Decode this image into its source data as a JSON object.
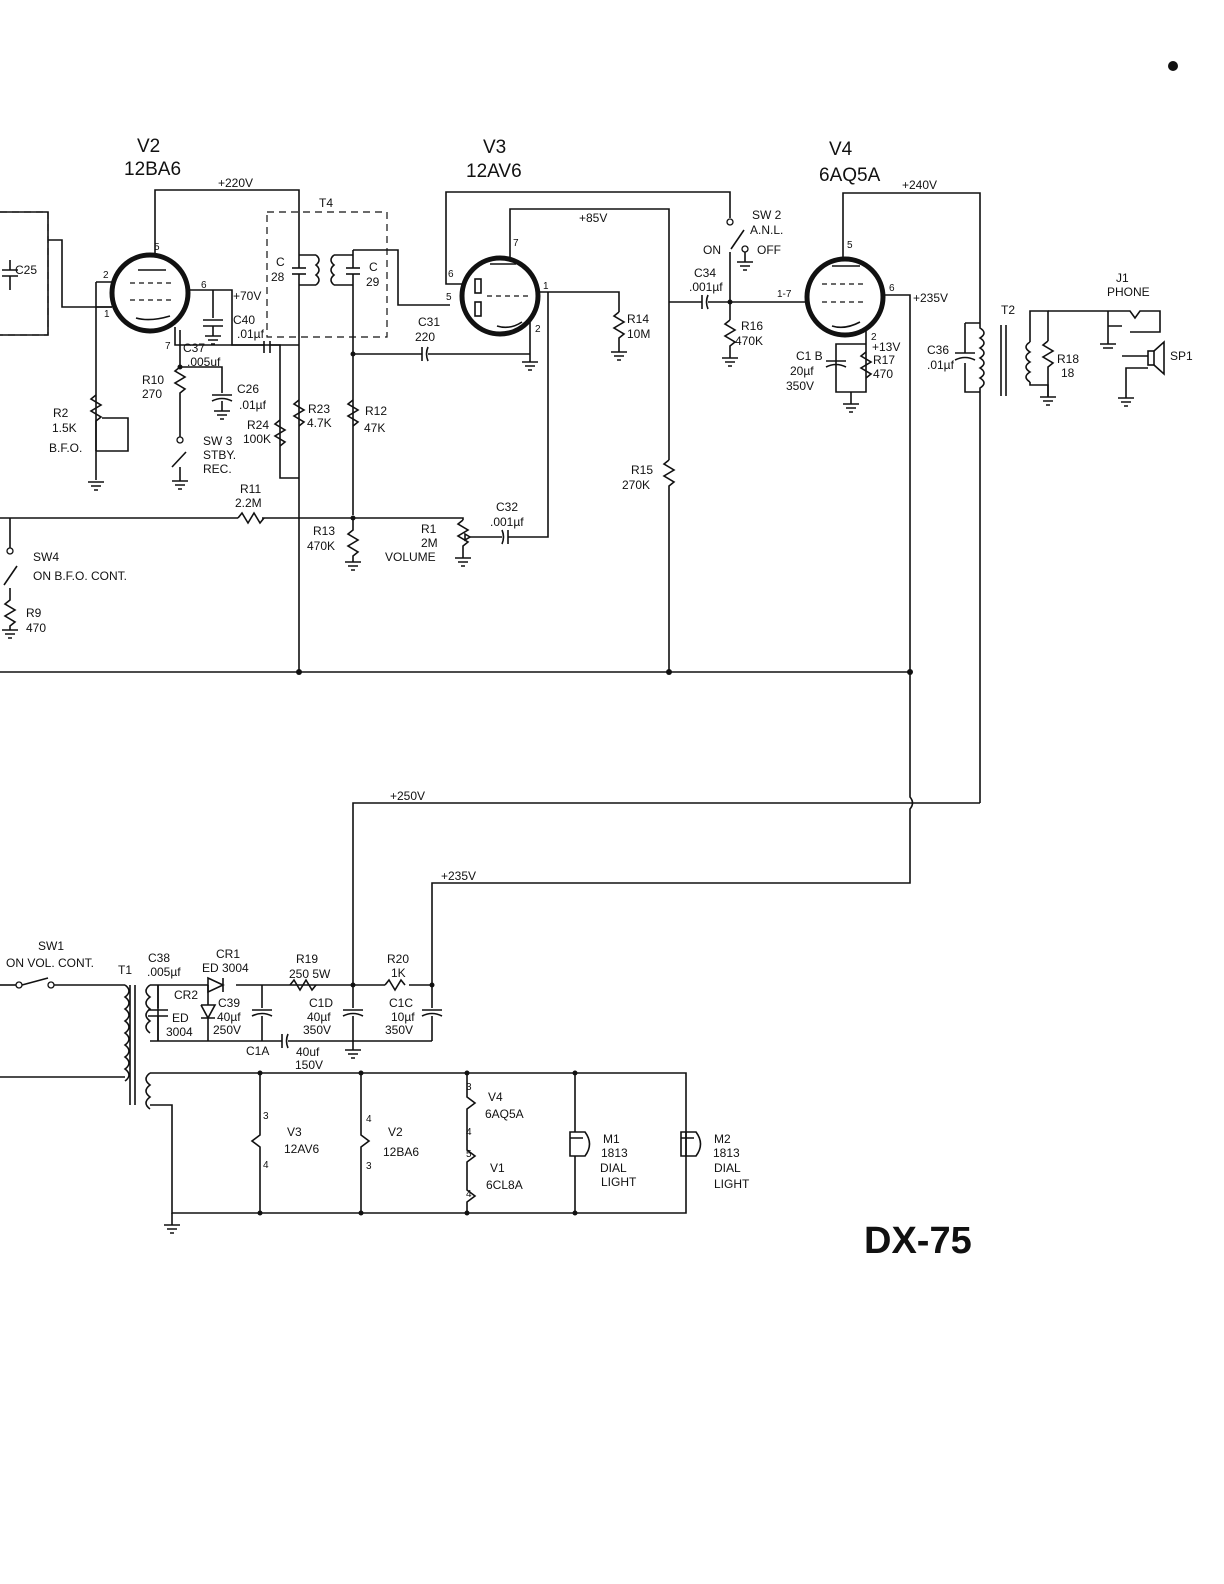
{
  "title": "DX-75",
  "tubes": [
    {
      "ref": "V2",
      "type": "12BA6"
    },
    {
      "ref": "V3",
      "type": "12AV6"
    },
    {
      "ref": "V4",
      "type": "6AQ5A"
    }
  ],
  "voltages": {
    "v220": "+220V",
    "v85": "+85V",
    "v240": "+240V",
    "v70": "+70V",
    "v235a": "+235V",
    "v13": "+13V",
    "v250": "+250V",
    "v235b": "+235V"
  },
  "parts": {
    "c25": "C25",
    "t4": "T4",
    "c28a": "C",
    "c28b": "28",
    "c29a": "C",
    "c29b": "29",
    "c40a": "C40",
    "c40b": ".01µf",
    "c37a": "C37",
    "c37b": ".005uf",
    "r10a": "R10",
    "r10b": "270",
    "c26a": "C26",
    "c26b": ".01µf",
    "r2a": "R2",
    "r2b": "1.5K",
    "r2c": "B.F.O.",
    "sw3a": "SW 3",
    "sw3b": "STBY.",
    "sw3c": "REC.",
    "r24a": "R24",
    "r24b": "100K",
    "r23a": "R23",
    "r23b": "4.7K",
    "r12a": "R12",
    "r12b": "47K",
    "c31a": "C31",
    "c31b": "220",
    "r14a": "R14",
    "r14b": "10M",
    "c34a": "C34",
    "c34b": ".001µf",
    "sw2a": "SW 2",
    "sw2b": "A.N.L.",
    "on": "ON",
    "off": "OFF",
    "r16a": "R16",
    "r16b": "470K",
    "c1ba": "C1 B",
    "c1bb": "20µf",
    "c1bc": "350V",
    "r17a": "R17",
    "r17b": "470",
    "c36a": "C36",
    "c36b": ".01µf",
    "t2": "T2",
    "r18a": "R18",
    "r18b": "18",
    "j1a": "J1",
    "j1b": "PHONE",
    "sp1": "SP1",
    "r11a": "R11",
    "r11b": "2.2M",
    "r13a": "R13",
    "r13b": "470K",
    "r1a": "R1",
    "r1b": "2M",
    "r1c": "VOLUME",
    "c32a": "C32",
    "c32b": ".001µf",
    "r15a": "R15",
    "r15b": "270K",
    "sw4a": "SW4",
    "sw4b": "ON B.F.O. CONT.",
    "r9a": "R9",
    "r9b": "470",
    "sw1a": "SW1",
    "sw1b": "ON VOL. CONT.",
    "t1": "T1",
    "c38a": "C38",
    "c38b": ".005µf",
    "cr1a": "CR1",
    "cr1b": "ED 3004",
    "cr2a": "CR2",
    "cr2b": "ED",
    "cr2c": "3004",
    "c39a": "C39",
    "c39b": "40µf",
    "c39c": "250V",
    "r19a": "R19",
    "r19b": "250 5W",
    "r20a": "R20",
    "r20b": "1K",
    "c1da": "C1D",
    "c1db": "40µf",
    "c1dc": "350V",
    "c1ca": "C1C",
    "c1cb": "10µf",
    "c1cc": "350V",
    "c1aa": "C1A",
    "c1ab": "40uf",
    "c1ac": "150V",
    "h_v3a": "V3",
    "h_v3b": "12AV6",
    "h_v2a": "V2",
    "h_v2b": "12BA6",
    "h_v4a": "V4",
    "h_v4b": "6AQ5A",
    "h_v1a": "V1",
    "h_v1b": "6CL8A",
    "m1a": "M1",
    "m1b": "1813",
    "m1c": "DIAL",
    "m1d": "LIGHT",
    "m2a": "M2",
    "m2b": "1813",
    "m2c": "DIAL",
    "m2d": "LIGHT"
  },
  "pins": {
    "p5": "5",
    "p6": "6",
    "p7": "7",
    "p2": "2",
    "p1": "1",
    "p17": "1-7",
    "p3": "3",
    "p4": "4"
  }
}
